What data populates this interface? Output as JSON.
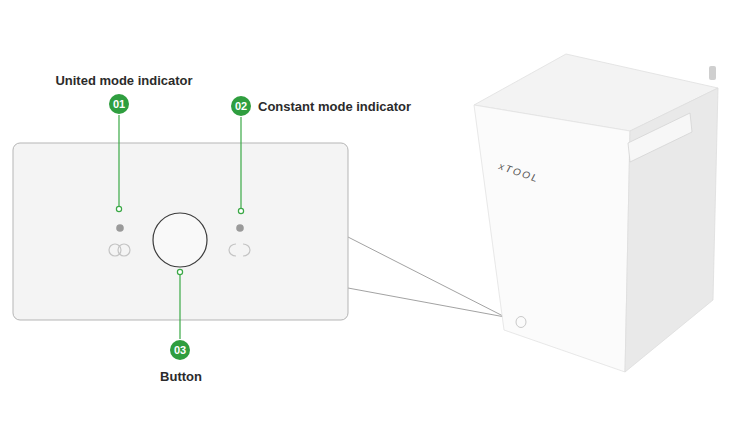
{
  "diagram": {
    "nodes": [
      {
        "text": [
          "01"
        ]
      },
      {
        "text": [
          "02"
        ]
      },
      {
        "text": [
          "03"
        ]
      }
    ],
    "labels": [
      "United mode indicator",
      "Constant mode indicator",
      "Button",
      "xTOOL"
    ]
  }
}
